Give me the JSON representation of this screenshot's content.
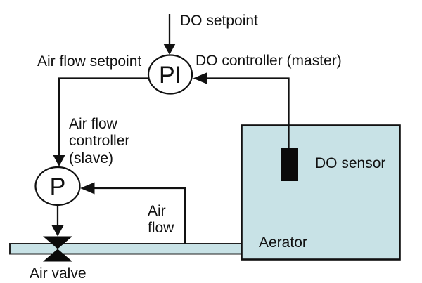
{
  "diagram": {
    "description": "Cascade control loop for dissolved oxygen in an aerator",
    "labels": {
      "do_setpoint": "DO setpoint",
      "air_flow_setpoint": "Air flow setpoint",
      "do_controller": "DO controller (master)",
      "master_symbol": "PI",
      "slave_line1": "Air flow",
      "slave_line2": "controller",
      "slave_line3": "(slave)",
      "slave_symbol": "P",
      "air_line1": "Air",
      "air_line2": "flow",
      "air_valve": "Air valve",
      "do_sensor": "DO sensor",
      "aerator": "Aerator"
    },
    "colors": {
      "tank_fill": "#c8e2e6",
      "pipe_fill": "#c8e2e6",
      "line": "#111111",
      "sensor_fill": "#0a0a0a",
      "background": "#ffffff"
    }
  }
}
